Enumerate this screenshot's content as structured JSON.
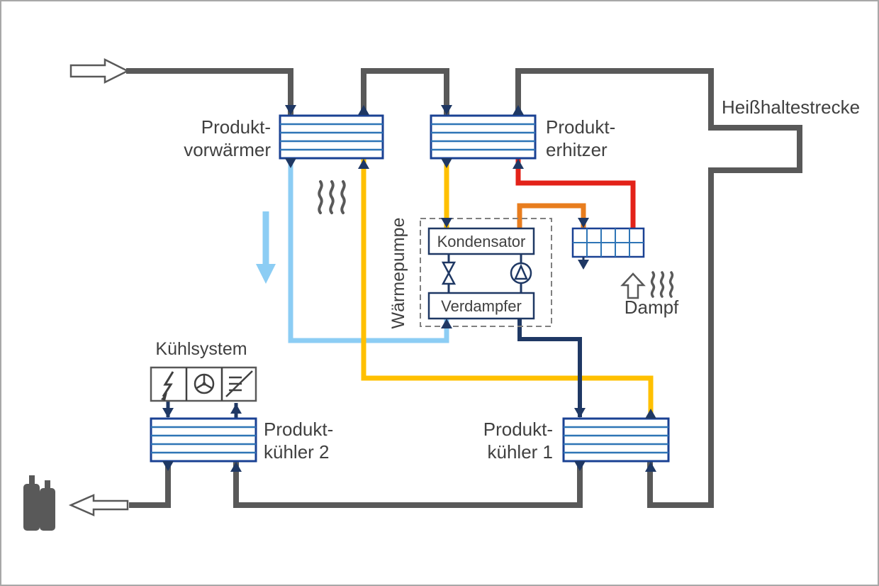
{
  "colors": {
    "product_pipe": "#595959",
    "hot_water": "#ffc000",
    "warm_water": "#8ccdf4",
    "chilled_water": "#1f3864",
    "steam_heated": "#e32219",
    "condenser_out": "#e87d1e",
    "exchanger_border": "#1a4193",
    "exchanger_plates": "#2e75b6",
    "text": "#404040",
    "frame": "#a8a8a8"
  },
  "labels": {
    "preheater": {
      "line1": "Produkt-",
      "line2": "vorwärmer"
    },
    "heater": {
      "line1": "Produkt-",
      "line2": "erhitzer"
    },
    "holding": "Heißhaltestrecke",
    "heatpump": "Wärmepumpe",
    "condenser": "Kondensator",
    "evaporator": "Verdampfer",
    "steam": "Dampf",
    "cooling": "Kühlsystem",
    "cooler2": {
      "line1": "Produkt-",
      "line2": "kühler 2"
    },
    "cooler1": {
      "line1": "Produkt-",
      "line2": "kühler 1"
    }
  }
}
